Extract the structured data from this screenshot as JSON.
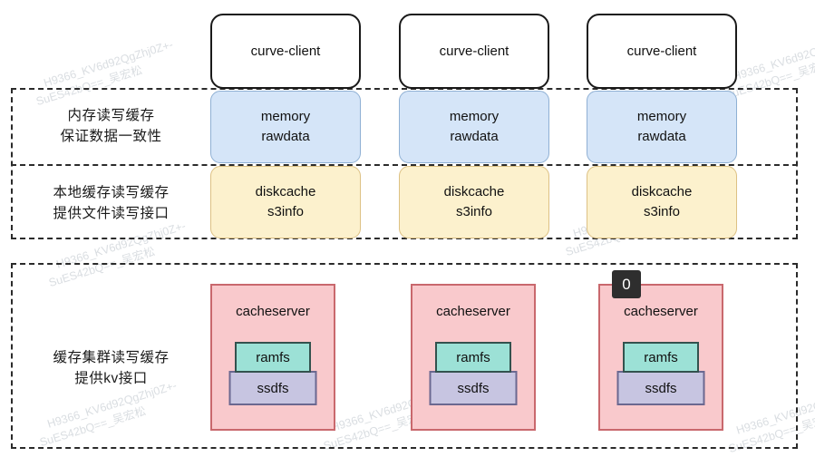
{
  "clients": [
    "curve-client",
    "curve-client",
    "curve-client"
  ],
  "memory_layer": {
    "label_line1": "内存读写缓存",
    "label_line2": "保证数据一致性",
    "boxes": [
      {
        "line1": "memory",
        "line2": "rawdata"
      },
      {
        "line1": "memory",
        "line2": "rawdata"
      },
      {
        "line1": "memory",
        "line2": "rawdata"
      }
    ]
  },
  "disk_layer": {
    "label_line1": "本地缓存读写缓存",
    "label_line2": "提供文件读写接口",
    "boxes": [
      {
        "line1": "diskcache",
        "line2": "s3info"
      },
      {
        "line1": "diskcache",
        "line2": "s3info"
      },
      {
        "line1": "diskcache",
        "line2": "s3info"
      }
    ]
  },
  "cluster_layer": {
    "label_line1": "缓存集群读写缓存",
    "label_line2": "提供kv接口",
    "servers": [
      {
        "title": "cacheserver",
        "ram": "ramfs",
        "ssd": "ssdfs"
      },
      {
        "title": "cacheserver",
        "ram": "ramfs",
        "ssd": "ssdfs"
      },
      {
        "title": "cacheserver",
        "ram": "ramfs",
        "ssd": "ssdfs"
      }
    ]
  },
  "badge_label": "0",
  "watermark": {
    "line1": "H9366_KV6d92QgZhj0Z+-",
    "line2": "SuES42bQ==_吴宏松"
  },
  "colors": {
    "memory_fill": "#d5e5f8",
    "memory_border": "#8fb0d4",
    "disk_fill": "#fcf1cd",
    "disk_border": "#ddc184",
    "server_fill": "#f9c9cc",
    "server_border": "#c9686d",
    "ramfs_fill": "#9ce1d6",
    "ssdfs_fill": "#c7c5e1",
    "badge_bg": "#2e2e2e"
  }
}
